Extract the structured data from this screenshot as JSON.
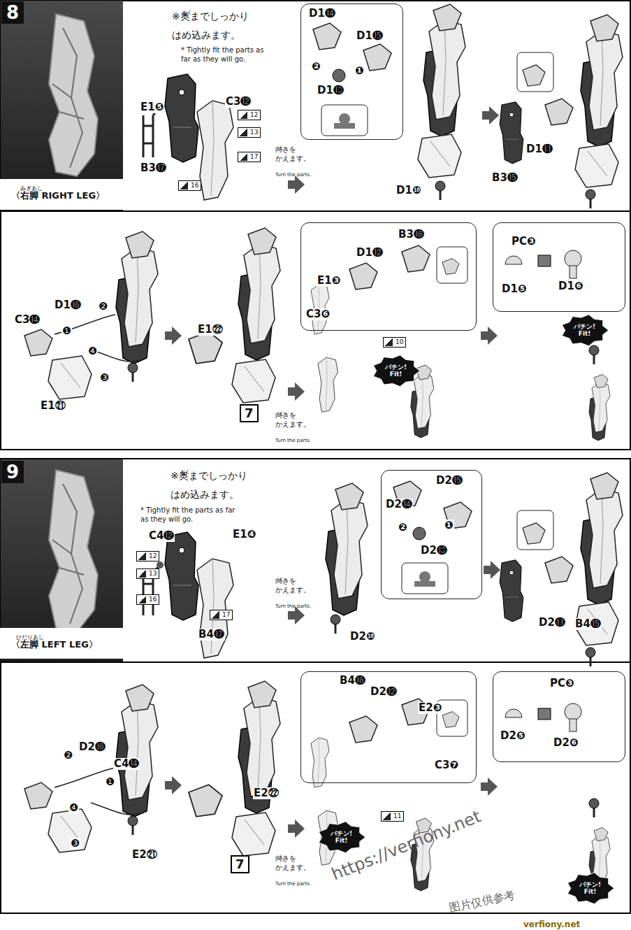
{
  "diagram": {
    "nodes": [
      {
        "text": [
          "8"
        ]
      },
      {
        "text": [
          "〈右脚 RIGHT LEG〉"
        ]
      },
      {
        "text": [
          "12"
        ]
      },
      {
        "text": [
          "13"
        ]
      },
      {
        "text": [
          "17"
        ]
      },
      {
        "text": [
          "16"
        ]
      },
      {
        "text": [
          "D1⓮",
          "D1⓯",
          "❷",
          "❶",
          "D1⓭"
        ]
      },
      {
        "text": [
          "7"
        ]
      },
      {
        "text": [
          "B3⓰",
          "D1⓬",
          "E1❸",
          "C3❻"
        ]
      },
      {
        "text": [
          "10"
        ]
      },
      {
        "text": [
          "パチン!",
          "Fit!"
        ]
      },
      {
        "text": [
          "PC❸",
          "D1❺",
          "D1❻"
        ]
      },
      {
        "text": [
          "パチン!",
          "Fit!"
        ]
      },
      {
        "text": [
          "9"
        ]
      },
      {
        "text": [
          "〈左脚 LEFT LEG〉"
        ]
      },
      {
        "text": [
          "12"
        ]
      },
      {
        "text": [
          "13"
        ]
      },
      {
        "text": [
          "16"
        ]
      },
      {
        "text": [
          "17"
        ]
      },
      {
        "text": [
          "D2⓯",
          "D2⓮",
          "❶",
          "❷",
          "D2⓭"
        ]
      },
      {
        "text": [
          "7"
        ]
      },
      {
        "text": [
          "B4⓰",
          "D2⓬",
          "E2❸",
          "C3❼"
        ]
      },
      {
        "text": [
          "11"
        ]
      },
      {
        "text": [
          "パチン!",
          "Fit!"
        ]
      },
      {
        "text": [
          "PC❸",
          "D2❺",
          "D2❻"
        ]
      },
      {
        "text": [
          "パチン!",
          "Fit!"
        ]
      }
    ],
    "labels": [
      "みぎあし",
      "おく",
      "※奥までしっかり はめ込みます。",
      "こ",
      "* Tightly fit the parts as far as they will go.",
      "E1❺",
      "C3⓬",
      "B3⓱",
      "む",
      "向きを かえます。",
      "Turn the parts.",
      "D1❿",
      "D1⓫",
      "B3⓯",
      "D1⓰",
      "❷",
      "C3⓮",
      "❶",
      "❹",
      "❸",
      "E1㉑",
      "E1㉒",
      "む",
      "向きを かえます。",
      "Turn the parts.",
      "ひだりあし",
      "おく",
      "※奥までしっかり はめ込みます。",
      "こ",
      "* Tightly fit the parts as far as they will go.",
      "C4⓬",
      "E1❹",
      "B4⓱",
      "む",
      "向きを かえます。",
      "Turn the parts.",
      "D2❿",
      "D2⓫",
      "B4⓯",
      "D2⓰",
      "❷",
      "C4⓮",
      "❶",
      "❹",
      "❸",
      "E2㉑",
      "E2㉒",
      "む",
      "向きを かえます。",
      "Turn the parts.",
      "https://verfiony.net",
      "图片仅供参考",
      "verfiony.net"
    ]
  }
}
